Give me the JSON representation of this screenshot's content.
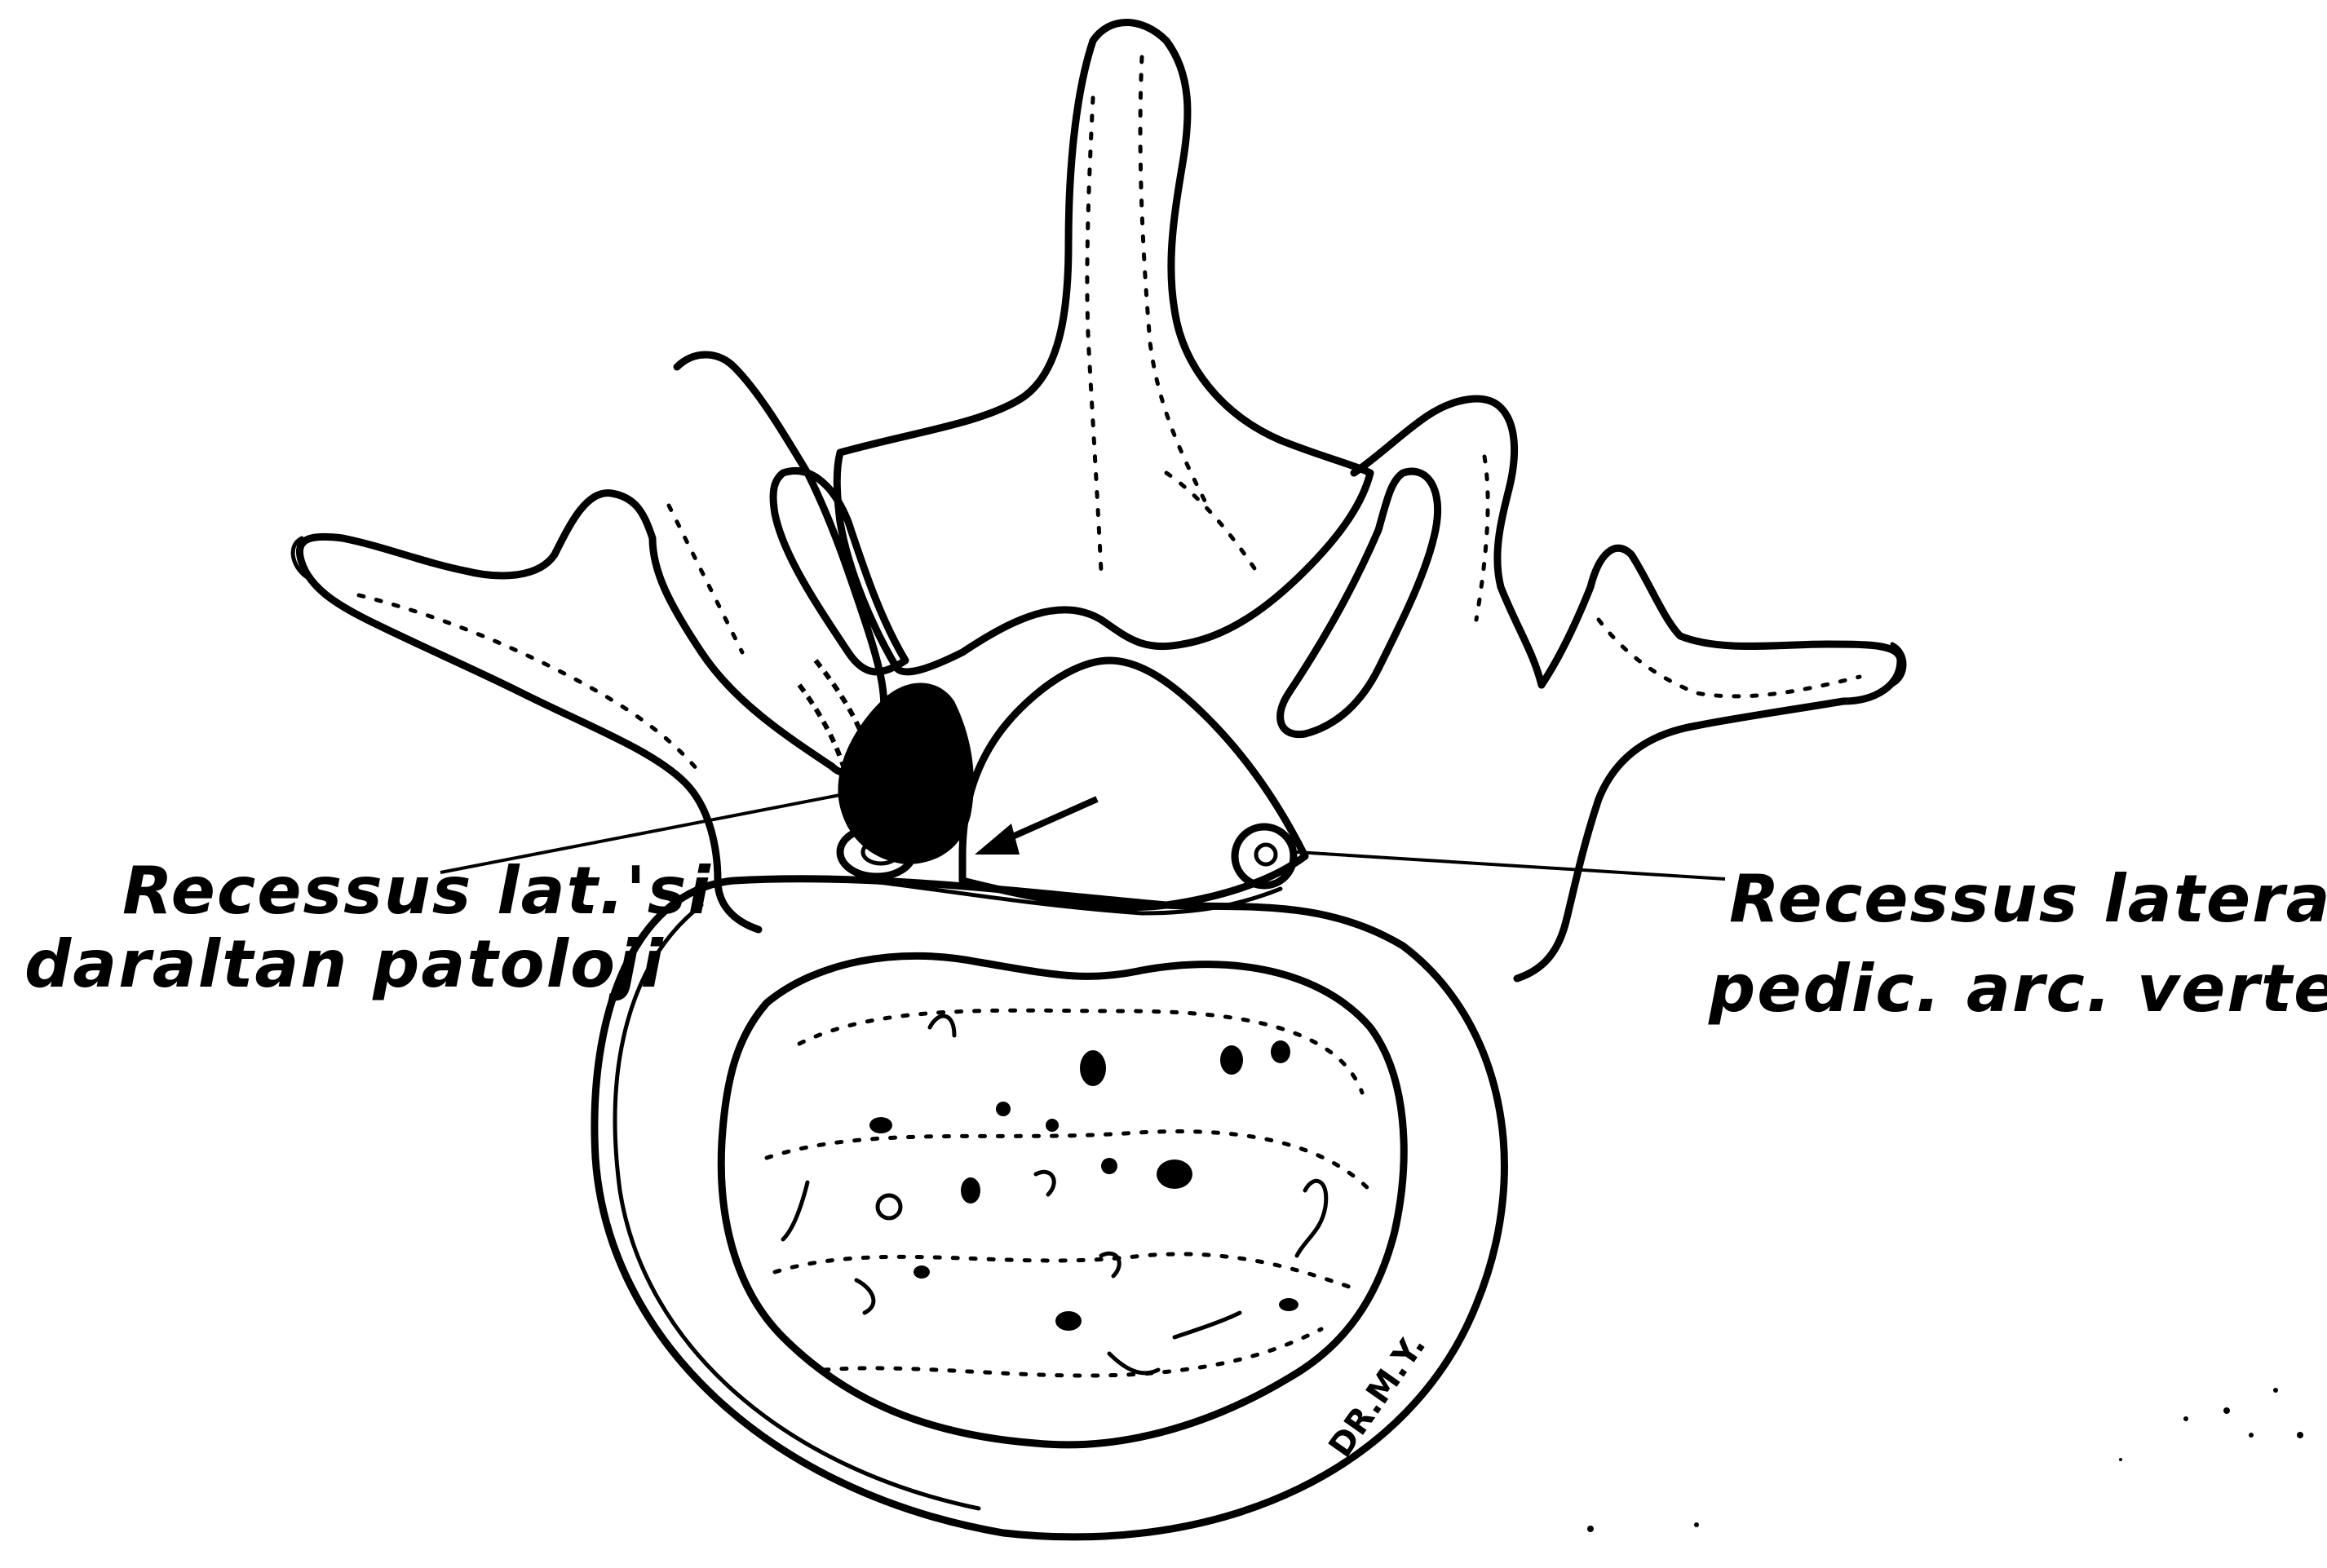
{
  "figure": {
    "labels": {
      "left_line1": "Recessus lat.'si",
      "left_line2": "daraltan patoloji",
      "right_line1": "Recessus lateralis",
      "right_line2": "pedic. arc. verteb."
    },
    "signature": "DR.M.Y."
  }
}
